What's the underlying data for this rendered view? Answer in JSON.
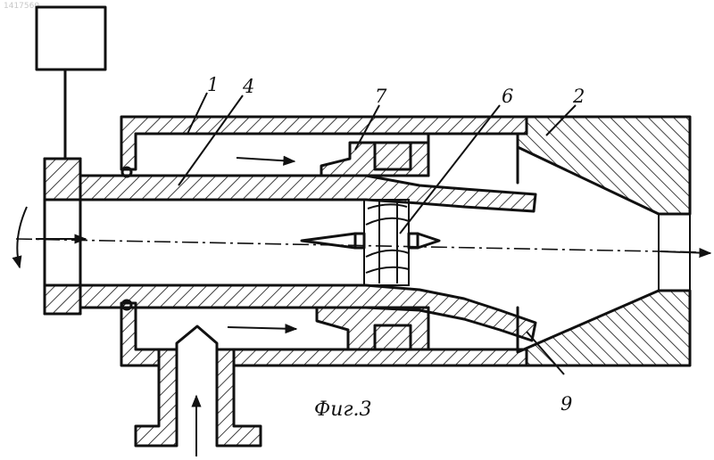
{
  "figure": {
    "caption": "Фиг.3",
    "watermark": "1417560",
    "labels": {
      "housing": "1",
      "nozzle_body": "2",
      "inner_tube": "4",
      "impeller": "6",
      "ring_part": "7",
      "inlet_edge": "9"
    },
    "ink_color": "#111111",
    "paper_color": "#ffffff"
  }
}
